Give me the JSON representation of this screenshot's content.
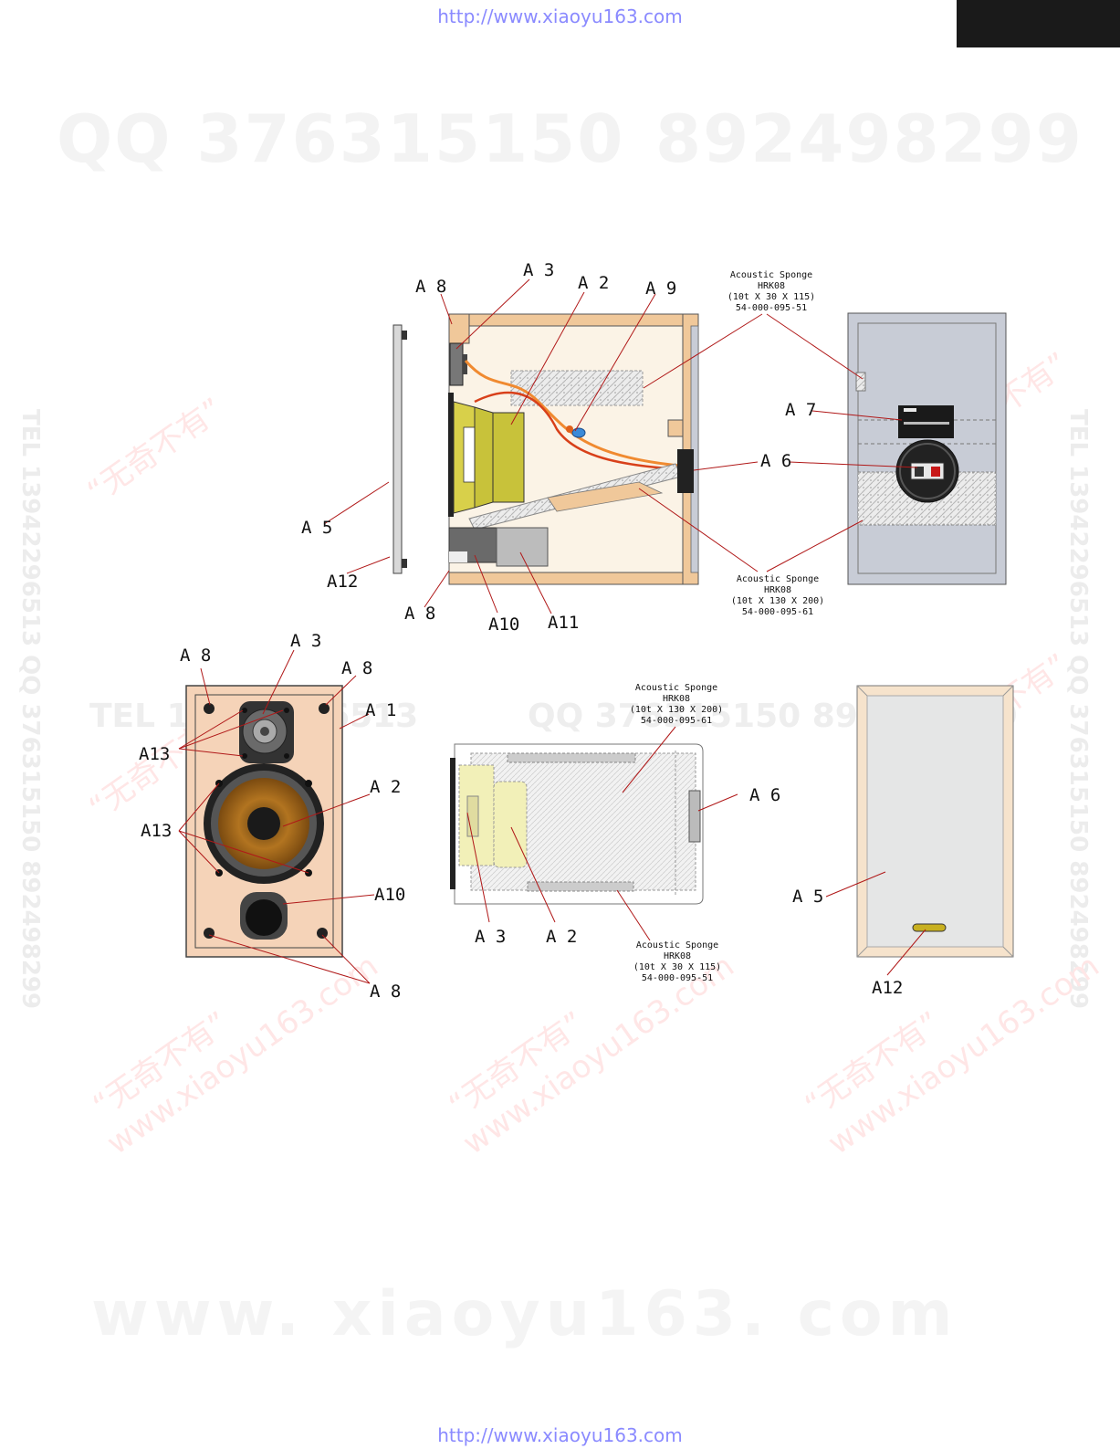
{
  "header": {
    "url": "http://www.xiaoyu163.com"
  },
  "footer": {
    "url": "http://www.xiaoyu163.com"
  },
  "watermarks": {
    "qq_left": "QQ 376315150",
    "qq_right": "892498299",
    "tel_vertical": "TEL 13942296513 QQ 376315150 892498299",
    "tel_mid_row": "TEL 13942296513",
    "qq_mid_row": "QQ 376315150 892498299",
    "cn_phrase": "“无奇不有”",
    "site": "www.xiaoyu163.com",
    "www_bottom": "www. xiaoyu163. com"
  },
  "labels": {
    "a1": "A 1",
    "a2": "A 2",
    "a3": "A 3",
    "a5": "A 5",
    "a6": "A 6",
    "a7": "A 7",
    "a8": "A 8",
    "a9": "A 9",
    "a10": "A10",
    "a11": "A11",
    "a12": "A12",
    "a13": "A13"
  },
  "sponge_notes": {
    "small": {
      "title": "Acoustic Sponge",
      "model": "HRK08",
      "size": "(10t X 30 X 115)",
      "part": "54-000-095-51"
    },
    "large": {
      "title": "Acoustic Sponge",
      "model": "HRK08",
      "size": "(10t X 130 X 200)",
      "part": "54-000-095-61"
    }
  },
  "colors": {
    "cabinet_wood": "#f0c89a",
    "cabinet_inner": "#fbf3e6",
    "front_panel": "#f5d3b8",
    "woofer_cone": "#a86a18",
    "magnet": "#c8c23a",
    "wire_red": "#d8401a",
    "wire_orange": "#f08a30",
    "cap_blue": "#3a8ad8",
    "back_panel": "#c8ccd6",
    "leader_line": "#b01818"
  }
}
